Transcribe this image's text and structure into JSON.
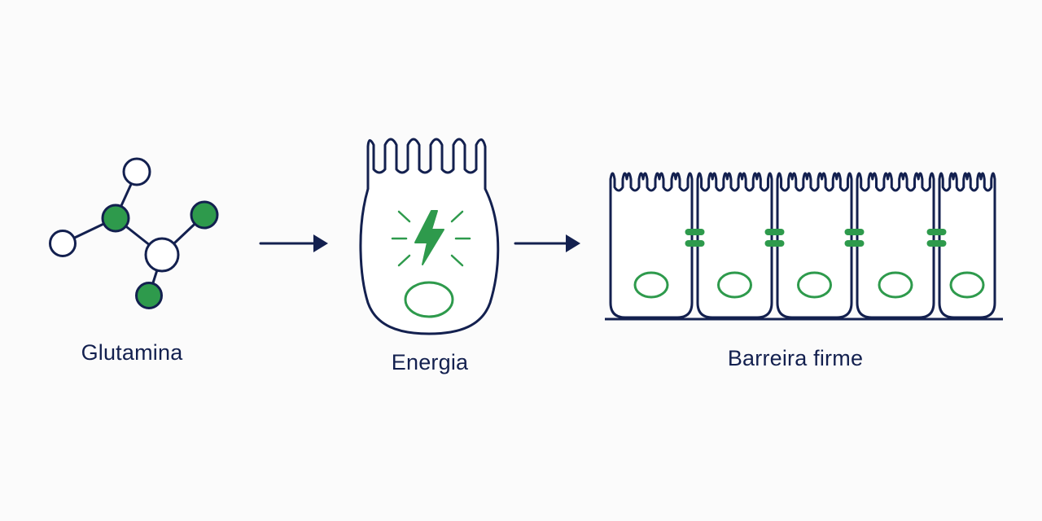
{
  "colors": {
    "outline": "#13204f",
    "accent": "#2e9a4c",
    "accent_light": "#3aa858",
    "background": "#fbfbfb"
  },
  "steps": [
    {
      "label": "Glutamina",
      "icon": "molecule-icon"
    },
    {
      "label": "Energia",
      "icon": "energy-cell-icon"
    },
    {
      "label": "Barreira firme",
      "icon": "epithelial-barrier-icon"
    }
  ],
  "connectors": [
    {
      "icon": "arrow-right-icon"
    },
    {
      "icon": "arrow-right-icon"
    }
  ]
}
